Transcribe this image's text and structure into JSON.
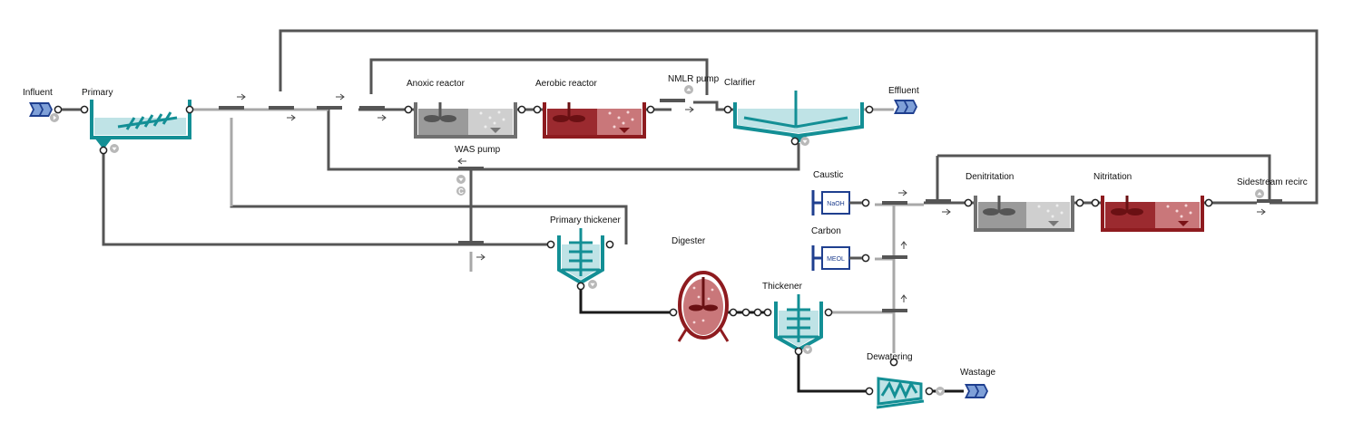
{
  "colors": {
    "pipe_dark": "#555555",
    "pipe_light": "#aaaaaa",
    "sludge": "#1a1a1a",
    "teal": "#138f95",
    "teal_light": "#bfe3e6",
    "maroon": "#8e1b1f",
    "grey_tank": "#707070",
    "navy": "#1f3f8f"
  },
  "labels": {
    "influent": "Influent",
    "primary": "Primary",
    "anoxic_reactor": "Anoxic reactor",
    "aerobic_reactor": "Aerobic reactor",
    "nmlr_pump": "NMLR pump",
    "clarifier": "Clarifier",
    "effluent": "Effluent",
    "was_pump": "WAS pump",
    "primary_thickener": "Primary thickener",
    "digester": "Digester",
    "thickener": "Thickener",
    "dewatering": "Dewatering",
    "wastage": "Wastage",
    "caustic": "Caustic",
    "carbon": "Carbon",
    "denitritation": "Denitritation",
    "nitritation": "Nitritation",
    "sidestream_recirc": "Sidestream recirc"
  },
  "chemicals": {
    "caustic_tag": "NaOH",
    "carbon_tag": "MEOL"
  },
  "badges": {
    "was_pump_badge": "C"
  },
  "icons": {
    "arrow": "flow-arrow-icon",
    "port": "port-icon",
    "expand": "expand-icon"
  }
}
